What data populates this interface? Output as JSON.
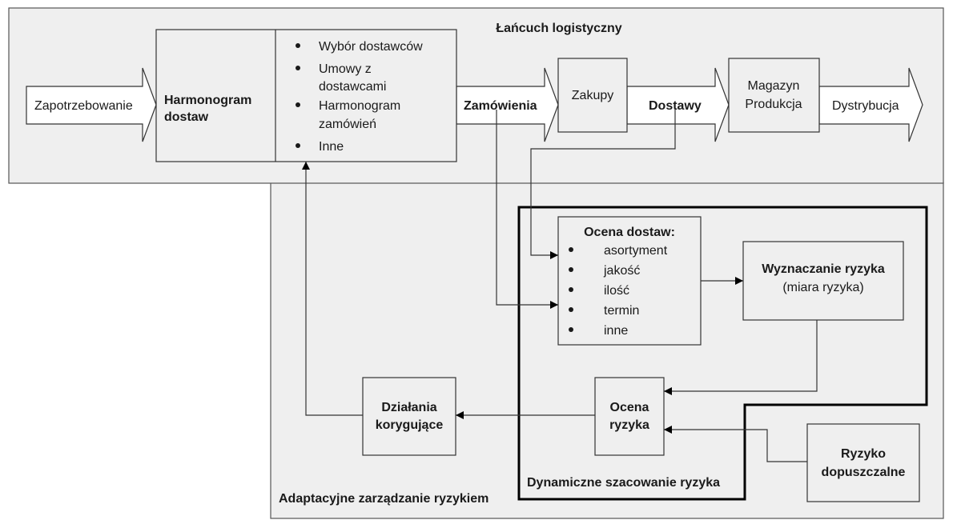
{
  "panels": {
    "logistics_chain_title": "Łańcuch logistyczny",
    "adaptive_risk_title": "Adaptacyjne zarządzanie ryzykiem",
    "dynamic_risk_title": "Dynamiczne szacowanie ryzyka"
  },
  "flow": {
    "demand": "Zapotrzebowanie",
    "orders": "Zamówienia",
    "deliveries": "Dostawy",
    "distribution": "Dystrybucja"
  },
  "schedule": {
    "title_line1": "Harmonogram",
    "title_line2": "dostaw",
    "items": [
      [
        "Wybór dostawców"
      ],
      [
        "Umowy z",
        "dostawcami"
      ],
      [
        "Harmonogram",
        "zamówień"
      ],
      [
        "Inne"
      ]
    ]
  },
  "purchasing": {
    "label": "Zakupy"
  },
  "warehouse": {
    "line1": "Magazyn",
    "line2": "Produkcja"
  },
  "delivery_assessment": {
    "title": "Ocena dostaw:",
    "items": [
      "asortyment",
      "jakość",
      "ilość",
      "termin",
      "inne"
    ]
  },
  "risk_determination": {
    "title": "Wyznaczanie ryzyka",
    "subtitle": "(miara ryzyka)"
  },
  "risk_assessment": {
    "line1": "Ocena",
    "line2": "ryzyka"
  },
  "corrective_actions": {
    "line1": "Działania",
    "line2": "korygujące"
  },
  "acceptable_risk": {
    "line1": "Ryzyko",
    "line2": "dopuszczalne"
  }
}
